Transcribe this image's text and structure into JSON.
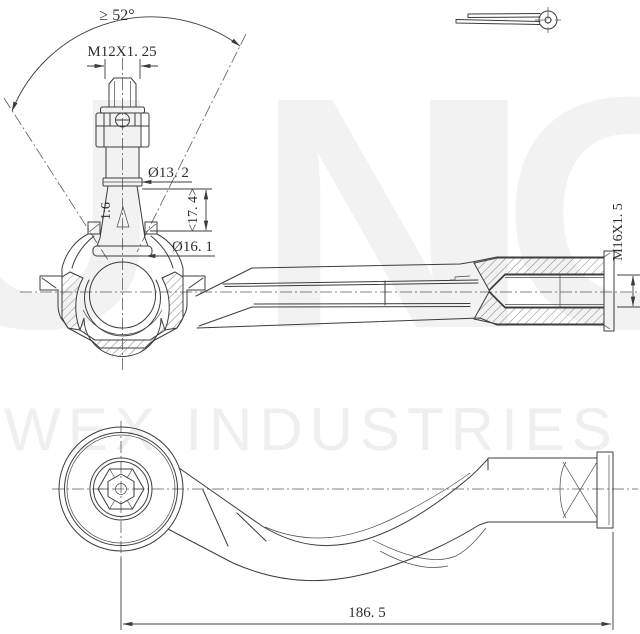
{
  "labels": {
    "swing_angle": "≥ 52°",
    "stud_thread": "M12X1. 25",
    "stud_neck_diameter": "Ø13. 2",
    "taper_length": "<17. 4>",
    "taper_diameter": "Ø16. 1",
    "taper_ratio": "1:6",
    "socket_thread": "M16X1. 5",
    "overall_length": "186. 5"
  },
  "watermark": {
    "letters": [
      "U",
      "N",
      "I",
      "O"
    ],
    "line": "WEX INDUSTRIES"
  },
  "colors": {
    "line": "#3c3c3c",
    "watermark": "#f0f0f0",
    "background": "#ffffff"
  }
}
